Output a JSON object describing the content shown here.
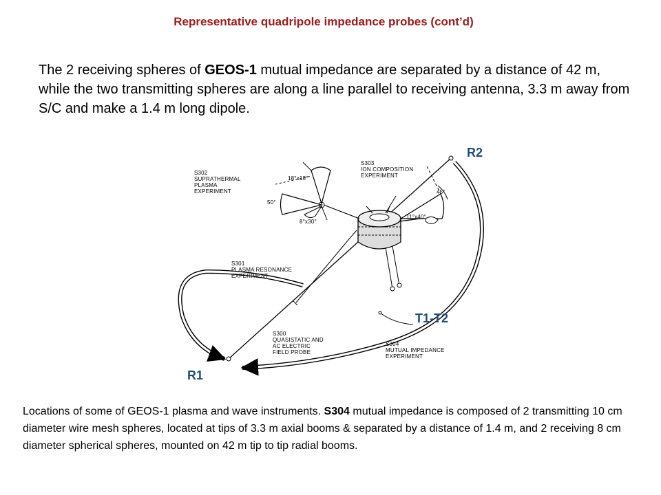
{
  "title": "Representative quadripole impedance probes (cont’d)",
  "intro": {
    "part1": "The 2 receiving spheres of ",
    "bold": "GEOS-1",
    "part2": " mutual impedance are separated by a distance of 42 m, while the two transmitting spheres are along a line parallel to receiving antenna, 3.3 m away from S/C and make a 1.4 m long dipole."
  },
  "diagram": {
    "label_r2": "R2",
    "label_r1": "R1",
    "label_t": "T1-T2",
    "s302": [
      "S302",
      "SUPRATHERMAL",
      "PLASMA",
      "EXPERIMENT"
    ],
    "s303": [
      "S303",
      "ION COMPOSITION",
      "EXPERIMENT"
    ],
    "s301": [
      "S301",
      "PLASMA RESONANCE",
      "EXPERIMENT"
    ],
    "s300": [
      "S300",
      "QUASISTATIC AND",
      "AC ELECTRIC",
      "FIELD PROBE"
    ],
    "s304": [
      "S304",
      "MUTUAL IMPEDANCE",
      "EXPERIMENT"
    ],
    "angle_18": "18°x18°",
    "angle_50": "50°",
    "angle_8": "8°x30°",
    "angle_45": "45°",
    "angle_11": "11°x40°"
  },
  "caption": {
    "part1": "Locations of some of GEOS-1 plasma and wave instruments. ",
    "bold": "S304",
    "part2": " mutual impedance is composed of  2  transmitting 10 cm diameter wire mesh spheres, located at tips of 3.3 m axial booms & separated by a distance of 1.4 m, and 2 receiving 8 cm diameter spherical spheres, mounted on 42 m tip to tip radial booms."
  }
}
